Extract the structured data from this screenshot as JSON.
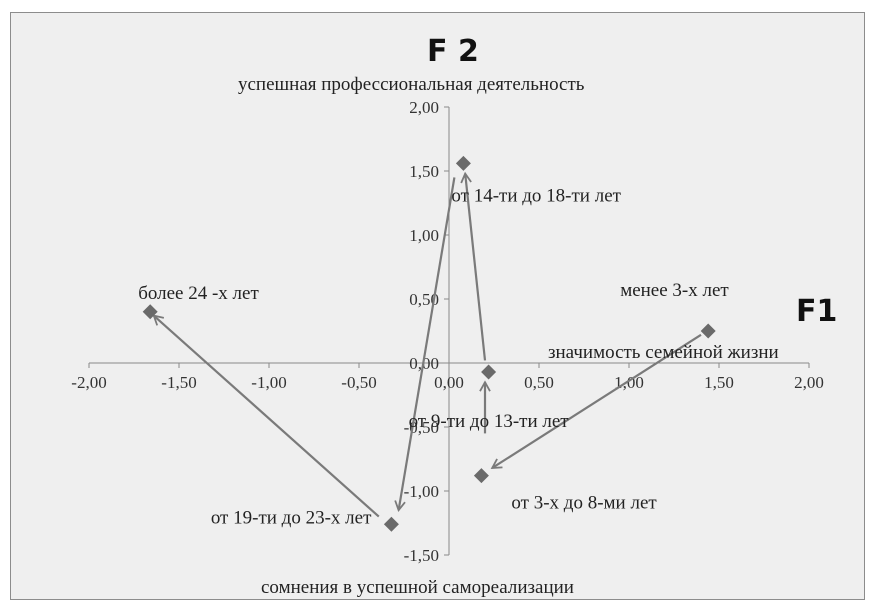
{
  "chart_data": {
    "type": "scatter",
    "title_y": "F 2",
    "title_x": "F1",
    "annotations": {
      "y_positive": "успешная профессиональная деятельность",
      "y_negative": "сомнения в успешной самореализации",
      "x_positive": "значимость семейной жизни"
    },
    "xlim": [
      -2.0,
      2.0
    ],
    "ylim": [
      -1.5,
      2.0
    ],
    "x_ticks": [
      "-2,00",
      "-1,50",
      "-1,00",
      "-0,50",
      "0,00",
      "0,50",
      "1,00",
      "1,50",
      "2,00"
    ],
    "y_ticks": [
      "2,00",
      "1,50",
      "1,00",
      "0,50",
      "0,00",
      "-0,50",
      "-1,00",
      "-1,50"
    ],
    "points": [
      {
        "label": "менее 3-х лет",
        "x": 1.44,
        "y": 0.25
      },
      {
        "label": "от 3-х до 8-ми лет",
        "x": 0.18,
        "y": -0.88
      },
      {
        "label": "от 9-ти до 13-ти лет",
        "x": 0.22,
        "y": -0.07
      },
      {
        "label": "от 14-ти до 18-ти  лет",
        "x": 0.08,
        "y": 1.56
      },
      {
        "label": "от 19-ти до 23-х лет",
        "x": -0.32,
        "y": -1.26
      },
      {
        "label": "более 24 -х лет",
        "x": -1.66,
        "y": 0.4
      }
    ],
    "arrows": [
      {
        "from": [
          1.4,
          0.22
        ],
        "to": [
          0.24,
          -0.82
        ]
      },
      {
        "from": [
          0.2,
          -0.55
        ],
        "to": [
          0.2,
          -0.15
        ]
      },
      {
        "from": [
          0.2,
          0.02
        ],
        "to": [
          0.09,
          1.48
        ]
      },
      {
        "from": [
          0.03,
          1.45
        ],
        "to": [
          -0.28,
          -1.15
        ]
      },
      {
        "from": [
          -0.39,
          -1.2
        ],
        "to": [
          -1.64,
          0.37
        ]
      }
    ],
    "marker_color": "#6a6a6a",
    "arrow_color": "#7a7a7a",
    "grid": false,
    "legend": "none"
  }
}
